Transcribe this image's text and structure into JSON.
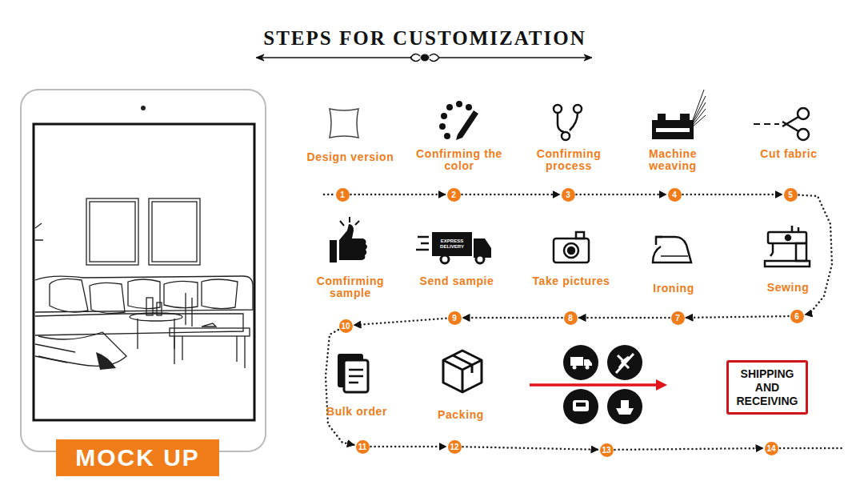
{
  "diagram": {
    "title": "STEPS FOR CUSTOMIZATION",
    "nodes": [
      {
        "text": [
          "MOCK UP"
        ]
      },
      {
        "text": [
          "1"
        ]
      },
      {
        "text": [
          "2"
        ]
      },
      {
        "text": [
          "3"
        ]
      },
      {
        "text": [
          "4"
        ]
      },
      {
        "text": [
          "5"
        ]
      },
      {
        "text": [
          "6"
        ]
      },
      {
        "text": [
          "7"
        ]
      },
      {
        "text": [
          "8"
        ]
      },
      {
        "text": [
          "9"
        ]
      },
      {
        "text": [
          "10"
        ]
      },
      {
        "text": [
          "11"
        ]
      },
      {
        "text": [
          "12"
        ]
      },
      {
        "text": [
          "13"
        ]
      },
      {
        "text": [
          "14"
        ]
      },
      {
        "text": [
          "SHIPPING AND RECEIVING"
        ]
      }
    ],
    "edges": [
      {
        "from": 1,
        "to": 2,
        "arrow": "to"
      },
      {
        "from": 2,
        "to": 3,
        "arrow": "to"
      },
      {
        "from": 3,
        "to": 4,
        "arrow": "to"
      },
      {
        "from": 4,
        "to": 5,
        "arrow": "to"
      },
      {
        "from": 5,
        "to": 6,
        "arrow": "to"
      },
      {
        "from": 6,
        "to": 7,
        "arrow": "to"
      },
      {
        "from": 7,
        "to": 8,
        "arrow": "to"
      },
      {
        "from": 8,
        "to": 9,
        "arrow": "to"
      },
      {
        "from": 9,
        "to": 10,
        "arrow": "to"
      },
      {
        "from": 10,
        "to": 11,
        "arrow": "to"
      },
      {
        "from": 11,
        "to": 12,
        "arrow": "to"
      },
      {
        "from": 12,
        "to": 13,
        "arrow": "to"
      },
      {
        "from": 13,
        "to": 14,
        "arrow": "to"
      }
    ],
    "labels": [
      "Design version",
      "Confirming the color",
      "Confirming process",
      "Machine weaving",
      "Cut fabric",
      "Comfirming sample",
      "Send sampie",
      "Take pictures",
      "Ironing",
      "Sewing",
      "Bulk order",
      "Packing",
      "EXPRESS DELIVERY"
    ]
  }
}
